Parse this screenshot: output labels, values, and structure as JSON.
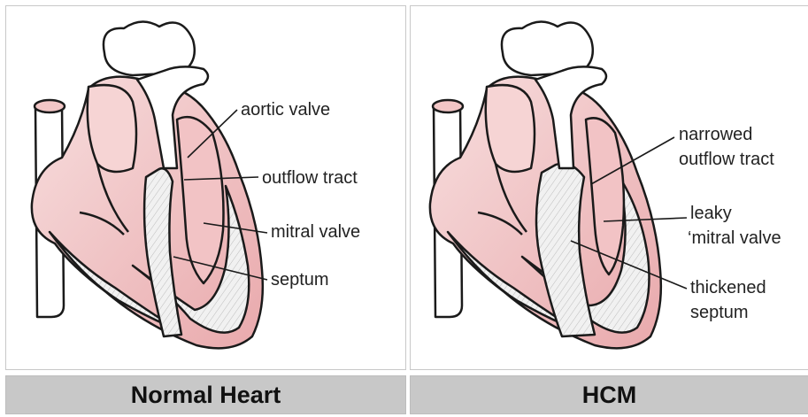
{
  "panels": [
    {
      "caption": "Normal Heart",
      "labels": {
        "aortic": "aortic valve",
        "outflow": "outflow tract",
        "mitral": "mitral valve",
        "septum": "septum"
      }
    },
    {
      "caption": "HCM",
      "labels": {
        "narrowed_1": "narrowed",
        "narrowed_2": "outflow tract",
        "leaky_1": "leaky",
        "leaky_2": "‘mitral valve",
        "thick_1": "thickened",
        "thick_2": "septum"
      }
    }
  ],
  "colors": {
    "chamber": "#f2c6c6",
    "chamber_dark": "#e8a3a6",
    "muscle": "#ececec",
    "outline": "#1a1a1a",
    "caption_bg": "#c8c8c8"
  }
}
